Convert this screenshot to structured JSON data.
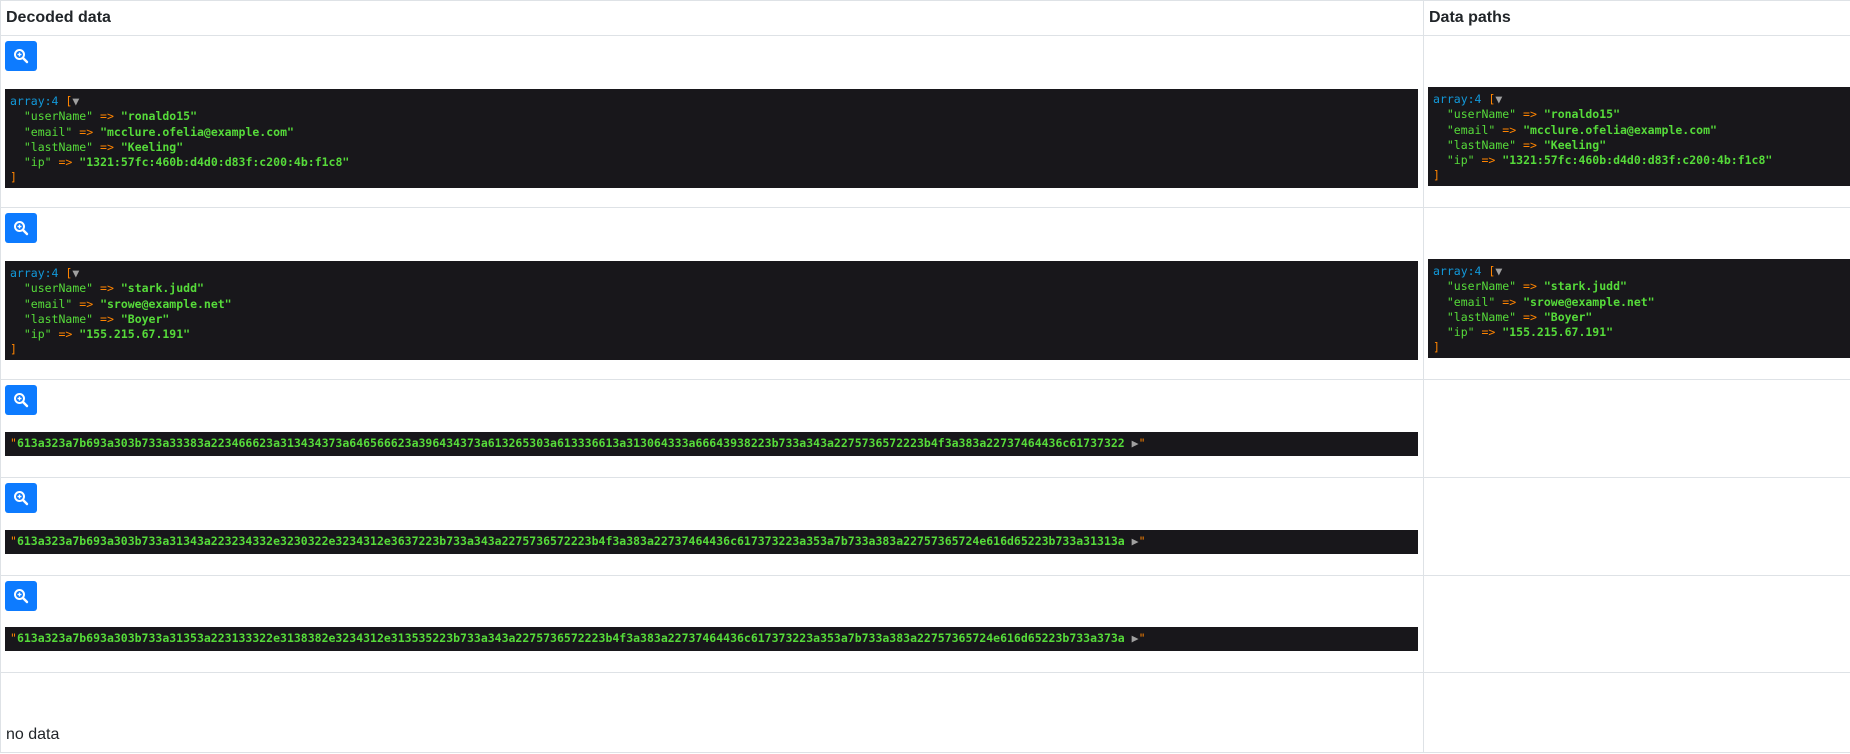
{
  "headers": {
    "decoded": "Decoded data",
    "paths": "Data paths"
  },
  "rows": [
    {
      "type_label": "array:4",
      "open": "[",
      "close": "]",
      "toggle": "▼",
      "entries": [
        {
          "key": "\"userName\"",
          "arrow": "=>",
          "value": "\"ronaldo15\""
        },
        {
          "key": "\"email\"",
          "arrow": "=>",
          "value": "\"mcclure.ofelia@example.com\""
        },
        {
          "key": "\"lastName\"",
          "arrow": "=>",
          "value": "\"Keeling\""
        },
        {
          "key": "\"ip\"",
          "arrow": "=>",
          "value": "\"1321:57fc:460b:d4d0:d83f:c200:4b:f1c8\""
        }
      ]
    },
    {
      "type_label": "array:4",
      "open": "[",
      "close": "]",
      "toggle": "▼",
      "entries": [
        {
          "key": "\"userName\"",
          "arrow": "=>",
          "value": "\"stark.judd\""
        },
        {
          "key": "\"email\"",
          "arrow": "=>",
          "value": "\"srowe@example.net\""
        },
        {
          "key": "\"lastName\"",
          "arrow": "=>",
          "value": "\"Boyer\""
        },
        {
          "key": "\"ip\"",
          "arrow": "=>",
          "value": "\"155.215.67.191\""
        }
      ]
    },
    {
      "hex": "613a323a7b693a303b733a33383a223466623a313434373a646566623a396434373a613265303a613336613a313064333a66643938223b733a343a2275736572223b4f3a383a22737464436c61737322",
      "expand": "▶",
      "quote": "\""
    },
    {
      "hex": "613a323a7b693a303b733a31343a223234332e3230322e3234312e3637223b733a343a2275736572223b4f3a383a22737464436c617373223a353a7b733a383a22757365724e616d65223b733a31313a",
      "expand": "▶",
      "quote": "\""
    },
    {
      "hex": "613a323a7b693a303b733a31353a223133322e3138382e3234312e313535223b733a343a2275736572223b4f3a383a22737464436c617373223a353a7b733a383a22757365724e616d65223b733a373a",
      "expand": "▶",
      "quote": "\""
    }
  ],
  "empty_text": "no data",
  "icons": {
    "inspect": "zoom-in-icon"
  },
  "colors": {
    "button": "#0d7bff",
    "dump_bg": "#18171b",
    "key": "#56db3a",
    "type": "#1299da",
    "bracket": "#ff8400"
  }
}
